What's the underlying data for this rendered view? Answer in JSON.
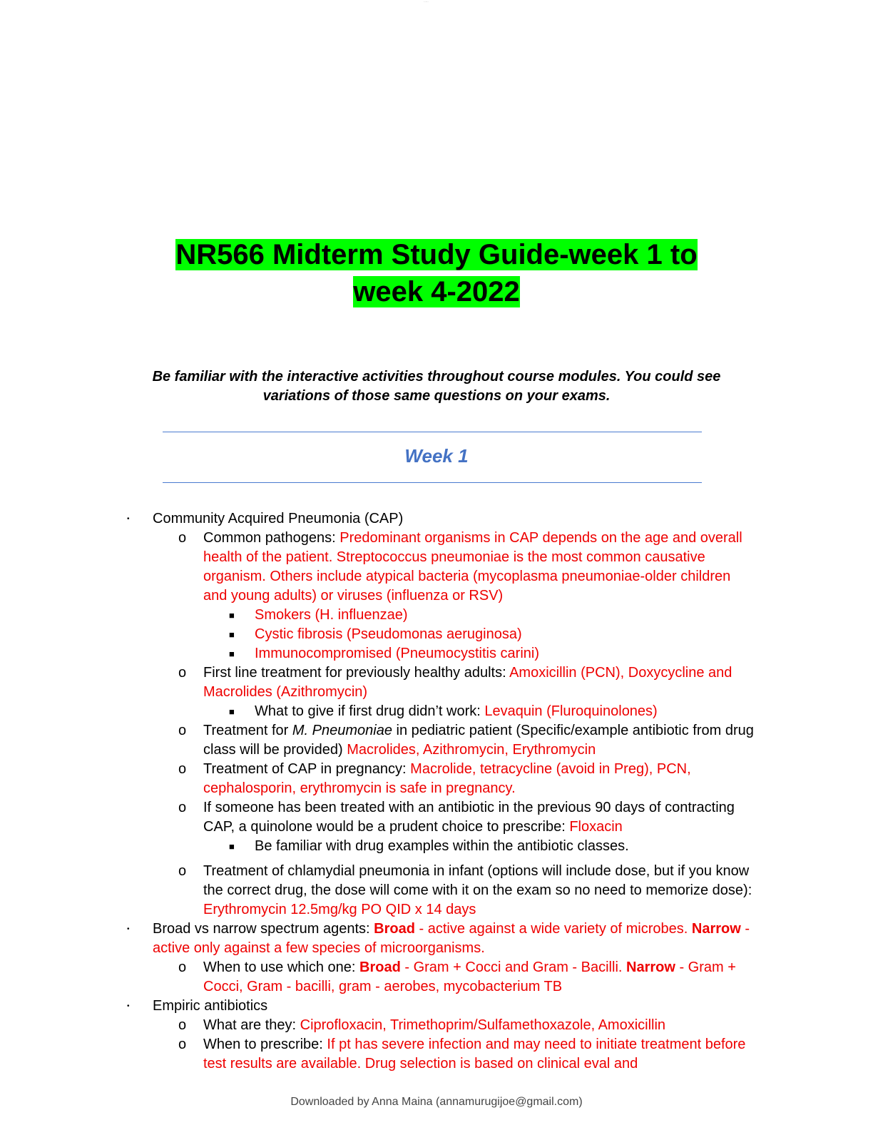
{
  "header_mark": "·····",
  "title": {
    "line1": "NR566 Midterm Study Guide-week 1 to",
    "line2": "week 4-2022"
  },
  "notice": {
    "line1": "Be familiar with the interactive activities throughout course modules.  You could see",
    "line2": "variations of those same questions on your exams."
  },
  "week_heading": "Week 1",
  "markers": {
    "level1": "•",
    "level2": "o",
    "level3": "■"
  },
  "items": {
    "cap": "Community Acquired Pneumonia (CAP)",
    "pathogens_label": "Common pathogens: ",
    "pathogens_answer": "Predominant organisms in CAP depends on the age and overall health of the patient. Streptococcus pneumoniae is the most common causative organism. Others include atypical bacteria (mycoplasma pneumoniae-older children and young adults) or viruses (influenza or RSV)",
    "smokers": "Smokers (H. influenzae)",
    "cf": "Cystic fibrosis (Pseudomonas aeruginosa)",
    "immuno": "Immunocompromised (Pneumocystitis carini)",
    "firstline_label": "First line treatment for previously healthy adults: ",
    "firstline_answer": "Amoxicillin (PCN), Doxycycline and Macrolides (Azithromycin)",
    "seconddrug_label": "What to give if first drug didn’t work: ",
    "seconddrug_answer": "Levaquin (Fluroquinolones)",
    "mpneu_pre": "Treatment for ",
    "mpneu_italic": "M. Pneumoniae",
    "mpneu_post": " in pediatric patient (Specific/example antibiotic from drug class will be provided) ",
    "mpneu_answer": "Macrolides, Azithromycin, Erythromycin",
    "preg_label": "Treatment of CAP in pregnancy: ",
    "preg_answer": "Macrolide, tetracycline (avoid in Preg), PCN, cephalosporin, erythromycin is safe in pregnancy.",
    "ninety_label": "If someone has been treated with an antibiotic in the previous 90 days of contracting CAP, a quinolone would be a prudent choice to prescribe: ",
    "ninety_answer": "Floxacin",
    "familiar": "Be familiar with drug examples within the antibiotic classes.",
    "chlamydia_label": "Treatment of chlamydial pneumonia in infant (options will include dose, but if you know the correct drug, the dose will come with it on the exam so no need to memorize dose): ",
    "chlamydia_answer": "Erythromycin 12.5mg/kg PO QID x 14 days",
    "broad_label": "Broad vs narrow spectrum agents: ",
    "broad_word": "Broad",
    "broad_def": " - active against a wide variety of microbes. ",
    "narrow_word": "Narrow",
    "narrow_def": " - active only against a few species of microorganisms.",
    "when_label": "When to use which one: ",
    "when_broad": "Broad",
    "when_broad_def": " - Gram + Cocci and Gram - Bacilli. ",
    "when_narrow": "Narrow",
    "when_narrow_def": " - Gram + Cocci, Gram - bacilli, gram - aerobes, mycobacterium TB",
    "empiric": "Empiric antibiotics",
    "what_label": "What are they: ",
    "what_answer": "Ciprofloxacin, Trimethoprim/Sulfamethoxazole, Amoxicillin",
    "prescribe_label": "When to prescribe: ",
    "prescribe_answer": "If pt has severe infection and may need to initiate treatment before test results are available. Drug selection is based on clinical eval and"
  },
  "footer": "Downloaded by Anna Maina (annamurugijoe@gmail.com)",
  "colors": {
    "answer": "#ee0000",
    "title_highlight": "#00ff00",
    "week_heading": "#4472c4",
    "rule": "#4a7bd0"
  }
}
